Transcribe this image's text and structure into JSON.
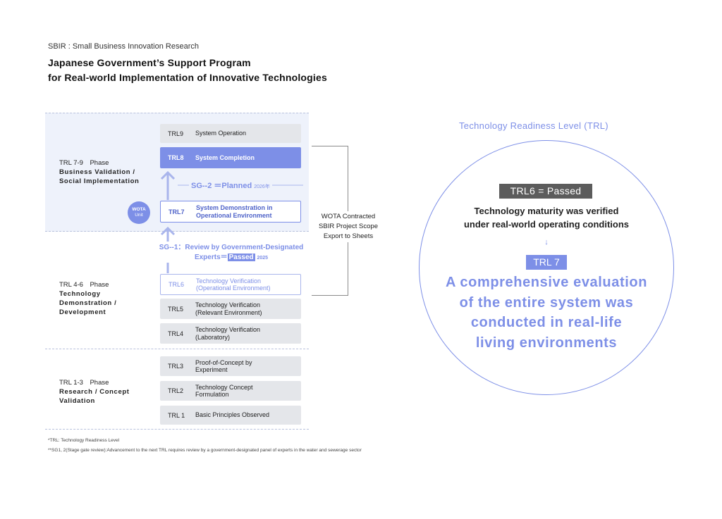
{
  "header": {
    "subtitle": "SBIR : Small Business Innovation Research",
    "title_line1": "Japanese Government’s Support Program",
    "title_line2": "for Real-world Implementation of Innovative Technologies"
  },
  "phases": [
    {
      "tag": "TRL 7-9　Phase",
      "name_line1": "Business Validation /",
      "name_line2": "Social Implementation"
    },
    {
      "tag": "TRL 4-6　Phase",
      "name_line1": "Technology",
      "name_line2": "Demonstration /",
      "name_line3": "Development"
    },
    {
      "tag": "TRL 1-3　Phase",
      "name_line1": "Research / Concept",
      "name_line2": "Validation"
    }
  ],
  "levels": [
    {
      "code": "TRL9",
      "line1": "System Operation",
      "line2": ""
    },
    {
      "code": "TRL8",
      "line1": "System Completion",
      "line2": ""
    },
    {
      "code": "TRL7",
      "line1": "System Demonstration in",
      "line2": "Operational Environment"
    },
    {
      "code": "TRL6",
      "line1": "Technology Verification",
      "line2": "(Operational Environment)"
    },
    {
      "code": "TRL5",
      "line1": "Technology Verification",
      "line2": "(Relevant Environment)"
    },
    {
      "code": "TRL4",
      "line1": "Technology Verification",
      "line2": "(Laboratory)"
    },
    {
      "code": "TRL3",
      "line1": "Proof-of-Concept by",
      "line2": "Experiment"
    },
    {
      "code": "TRL2",
      "line1": "Technology Concept",
      "line2": "Formulation"
    },
    {
      "code": "TRL 1",
      "line1": "Basic Principles Observed",
      "line2": ""
    }
  ],
  "stage_gates": {
    "sg2_label": "SG--2 ＝Planned",
    "sg2_year": "2026年",
    "sg1_line1": "SG--1：Review by Government-Designated",
    "sg1_line2_prefix": "Experts＝",
    "sg1_status": "Passed",
    "sg1_year": "2025"
  },
  "wota_badge": {
    "line1": "WOTA",
    "line2": "Unit"
  },
  "scope": {
    "line1": "WOTA Contracted",
    "line2": "SBIR Project Scope",
    "line3": "Export to Sheets"
  },
  "notes": {
    "note1": "*TRL: Technology Readiness Level",
    "note2": "**SG1, 2(Stage gate review):Advancement to the next TRL requires review by a government-designated panel of experts in the water and sewerage sector"
  },
  "right_panel": {
    "heading": "Technology Readiness Level (TRL)",
    "passed_tag": "TRL6 = Passed",
    "verified_line1": "Technology maturity was verified",
    "verified_line2": "under real-world operating conditions",
    "arrow": "↓",
    "trl7_tag": "TRL 7",
    "eval_line1": "A comprehensive evaluation",
    "eval_line2": "of the entire system was",
    "eval_line3": "conducted in real-life",
    "eval_line4": "living environments"
  },
  "colors": {
    "accent": "#7d8fe7",
    "band": "#eef2fb",
    "box": "#e4e6ea",
    "dark_tag": "#5c5c5c"
  }
}
